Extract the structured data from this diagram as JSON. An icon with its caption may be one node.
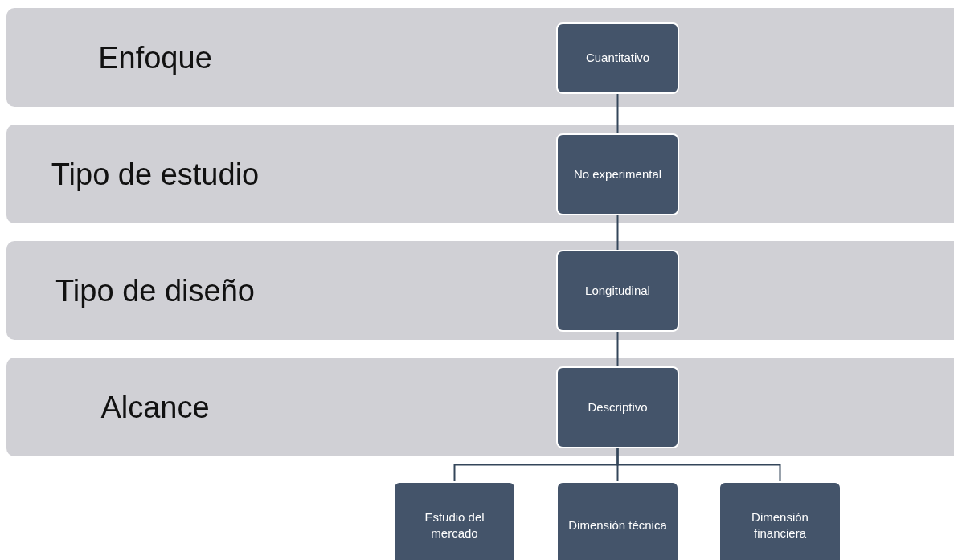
{
  "diagram": {
    "nodes": [
      {
        "text": [
          "Enfoque"
        ]
      },
      {
        "text": [
          "Cuantitativo"
        ],
        "in": 0
      },
      {
        "text": [
          "Tipo de estudio"
        ]
      },
      {
        "text": [
          "No experimental"
        ],
        "in": 2
      },
      {
        "text": [
          "Tipo de diseño"
        ]
      },
      {
        "text": [
          "Longitudinal"
        ],
        "in": 4
      },
      {
        "text": [
          "Alcance"
        ]
      },
      {
        "text": [
          "Descriptivo"
        ],
        "in": 6
      },
      {
        "text": [
          "Estudio del mercado"
        ]
      },
      {
        "text": [
          "Dimensión técnica"
        ]
      },
      {
        "text": [
          "Dimensión financiera"
        ]
      }
    ],
    "edges": [
      {
        "from": 1,
        "to": 3,
        "arrow": "none"
      },
      {
        "from": 3,
        "to": 5,
        "arrow": "none"
      },
      {
        "from": 5,
        "to": 7,
        "arrow": "none"
      },
      {
        "from": 7,
        "to": 8,
        "arrow": "none"
      },
      {
        "from": 7,
        "to": 9,
        "arrow": "none"
      },
      {
        "from": 7,
        "to": 10,
        "arrow": "none"
      }
    ]
  }
}
